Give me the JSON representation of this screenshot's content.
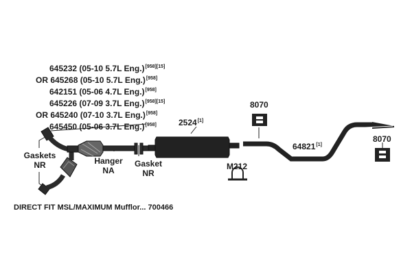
{
  "part_numbers": [
    {
      "prefix": "",
      "label": "645232 (05-10 5.7L Eng.)",
      "refs": "[958][15]"
    },
    {
      "prefix": "OR ",
      "label": "645268 (05-10 5.7L Eng.)",
      "refs": "[958]"
    },
    {
      "prefix": "",
      "label": "642151 (05-06 4.7L Eng.)",
      "refs": "[958]"
    },
    {
      "prefix": "",
      "label": "645226 (07-09 3.7L Eng.)",
      "refs": "[958][15]"
    },
    {
      "prefix": "OR ",
      "label": "645240 (07-10 3.7L Eng.)",
      "refs": "[958]"
    },
    {
      "prefix": "",
      "label": "645450 (05-06 3.7L Eng.)",
      "refs": "[958]"
    }
  ],
  "gaskets_left": {
    "line1": "Gaskets",
    "line2": "NR"
  },
  "hanger": {
    "line1": "Hanger",
    "line2": "NA"
  },
  "gasket_mid": {
    "line1": "Gasket",
    "line2": "NR"
  },
  "muffler": {
    "number": "2524",
    "ref": "[1]"
  },
  "clamp": {
    "number": "M212"
  },
  "tailpipe": {
    "number": "64821",
    "ref": "[1]"
  },
  "hanger_top": {
    "number": "8070"
  },
  "hanger_right": {
    "number": "8070"
  },
  "footer": "DIRECT FIT MSL/MAXIMUM Mufflor... 700466"
}
